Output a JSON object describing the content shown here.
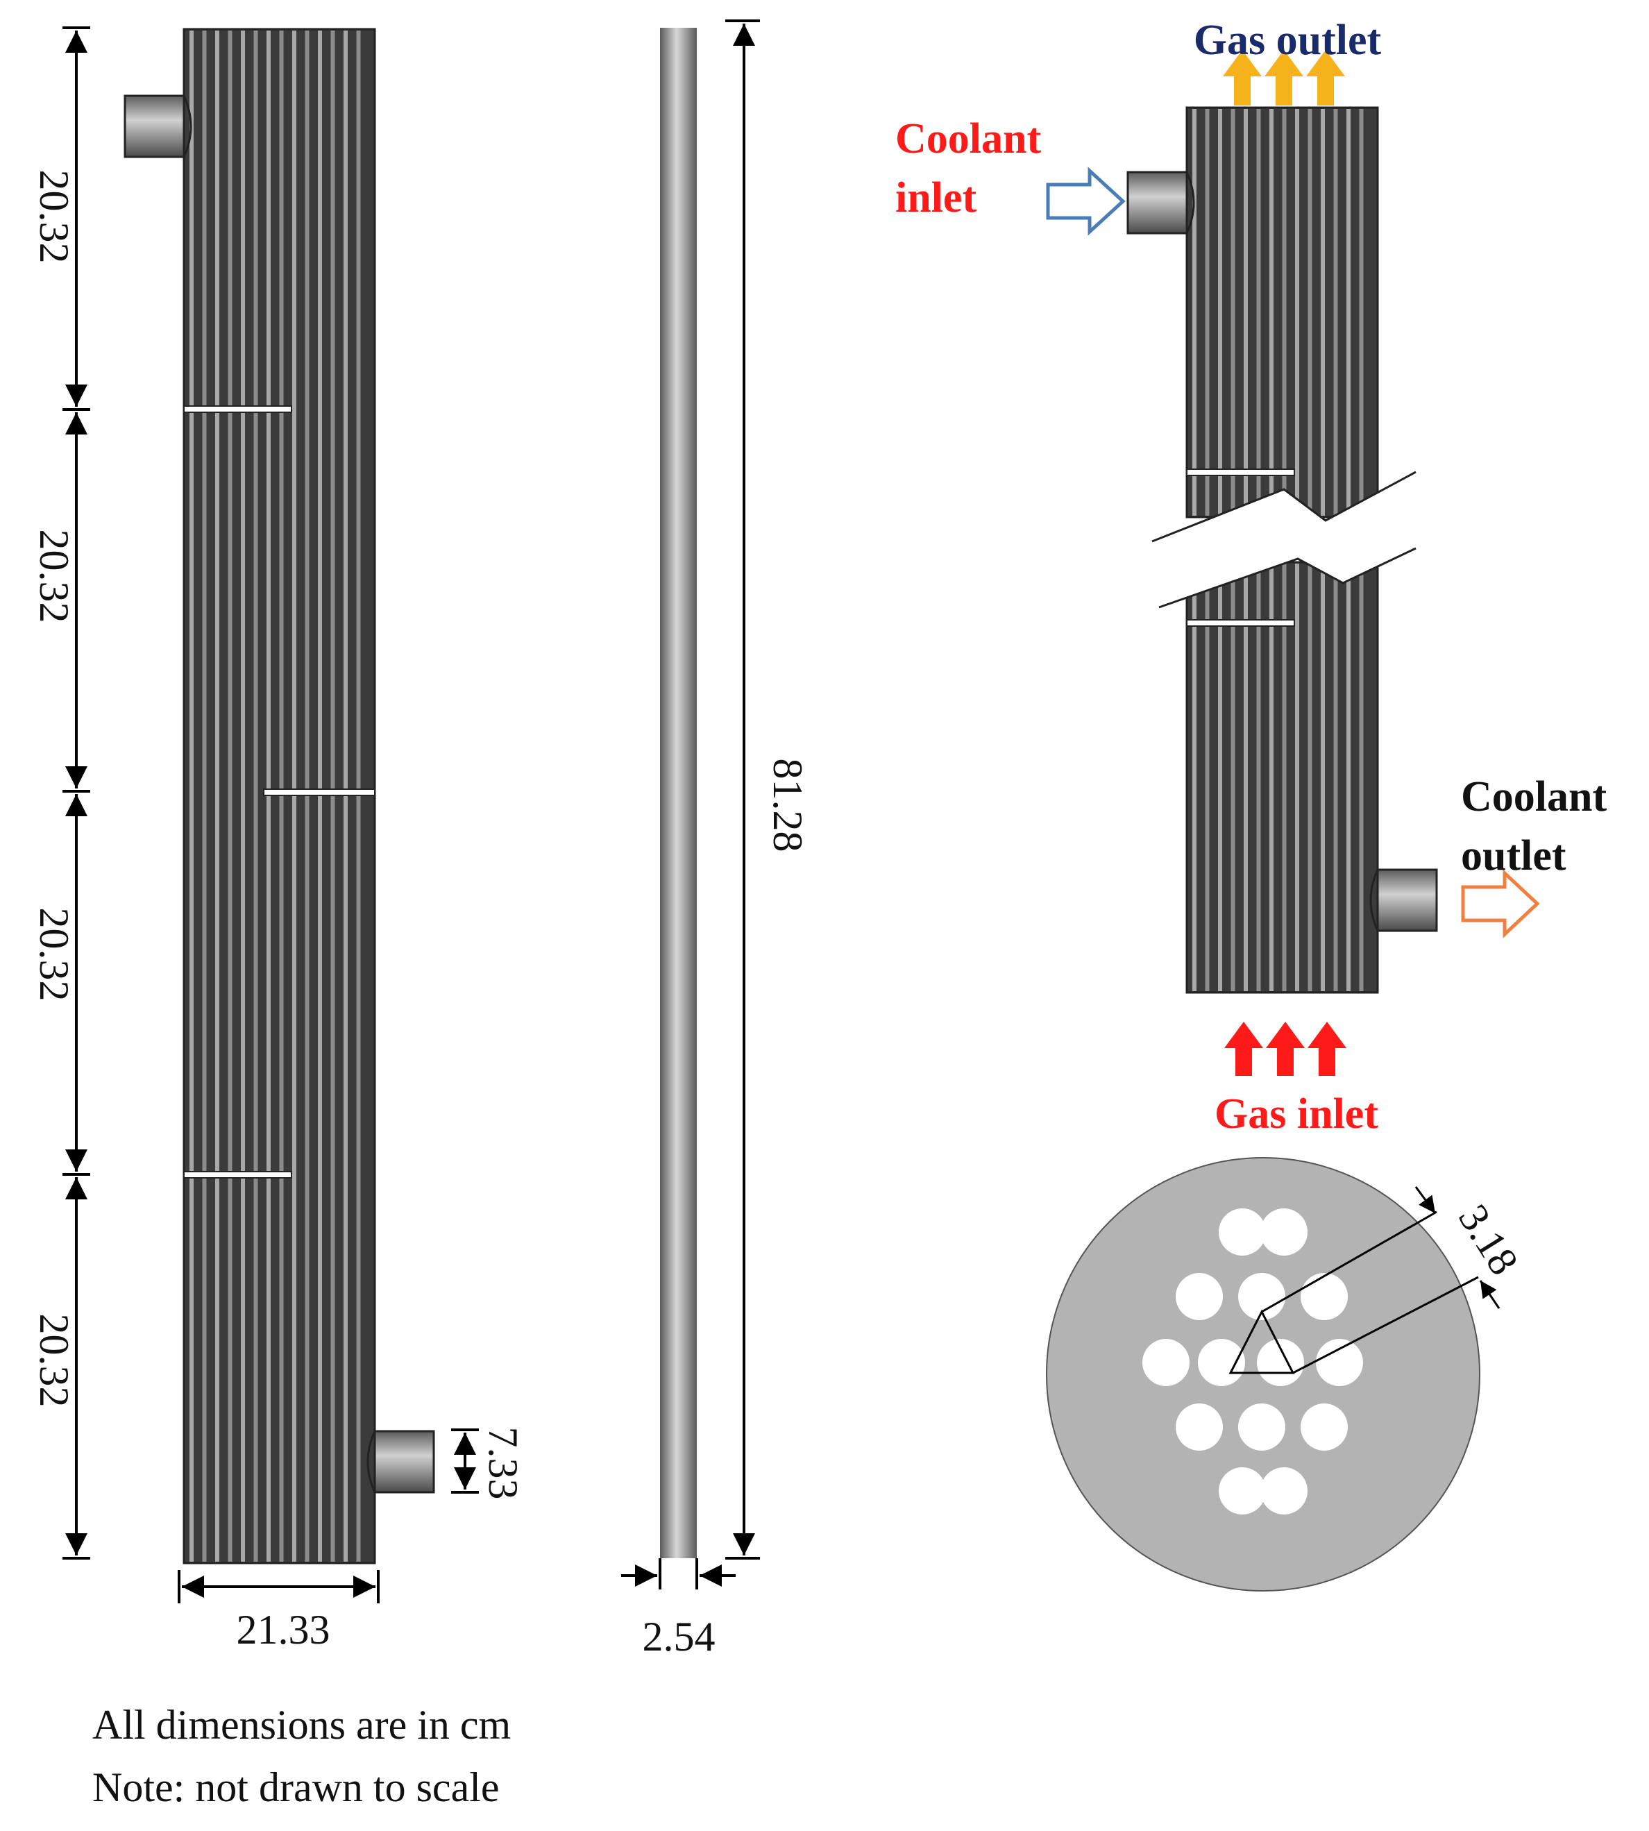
{
  "colors": {
    "shell_dark": "#3b3b3b",
    "shell_light": "#9a9a9a",
    "plate": "#b3b3b3",
    "gas_outlet_arrow": "#f5b21a",
    "gas_inlet_arrow": "#ff1a1a",
    "coolant_inlet_arrow": "#4a7db5",
    "coolant_outlet_arrow": "#f08040",
    "label_red": "#ff1a1a",
    "label_navy": "#1a2b6b",
    "label_black": "#111111"
  },
  "dimensions": {
    "seg1": "20.32",
    "seg2": "20.32",
    "seg3": "20.32",
    "seg4": "20.32",
    "nozzle": "7.33",
    "shell_width": "21.33",
    "tube_length": "81.28",
    "tube_diameter": "2.54",
    "pitch": "3.18"
  },
  "labels": {
    "gas_outlet": "Gas outlet",
    "coolant_inlet_1": "Coolant",
    "coolant_inlet_2": "inlet",
    "coolant_outlet_1": "Coolant",
    "coolant_outlet_2": "outlet",
    "gas_inlet": "Gas inlet"
  },
  "notes": {
    "line1": "All dimensions are in cm",
    "line2": "Note: not drawn to scale"
  }
}
